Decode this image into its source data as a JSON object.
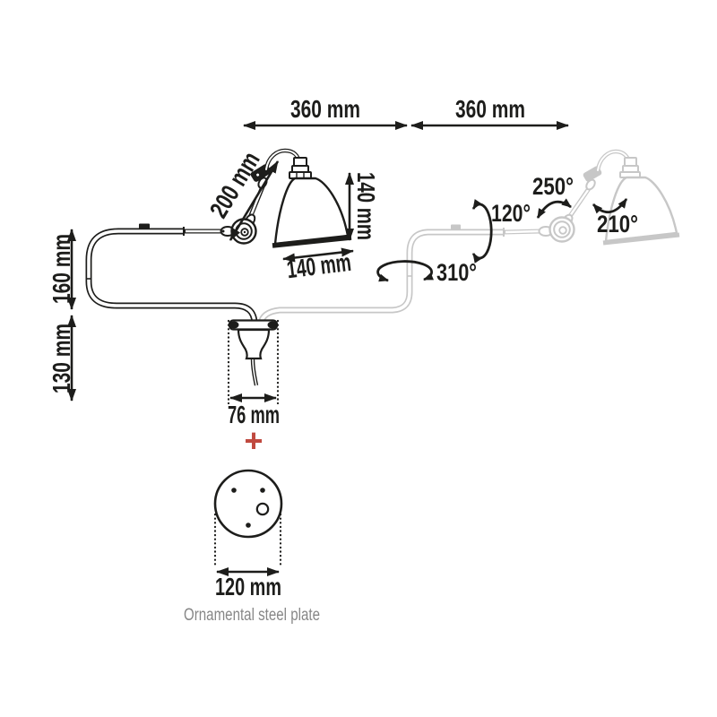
{
  "diagram": {
    "dimensions": {
      "reach_left": "360 mm",
      "reach_right": "360 mm",
      "arm_length": "200 mm",
      "shade_height": "140 mm",
      "shade_width": "140 mm",
      "drop_upper": "160 mm",
      "drop_lower": "130 mm",
      "bracket_width": "76 mm",
      "plate_diameter": "120 mm"
    },
    "angles": {
      "arm_axial_rotation": "120°",
      "elbow_rotation": "250°",
      "shade_rotation": "210°",
      "stem_rotation": "310°"
    },
    "plus_symbol": "+",
    "caption": "Ornamental steel plate",
    "colors": {
      "line": "#1d1d1b",
      "ghost_line": "#c7c7c7",
      "accent_plus": "#c0493f",
      "caption_text": "#878787"
    }
  }
}
